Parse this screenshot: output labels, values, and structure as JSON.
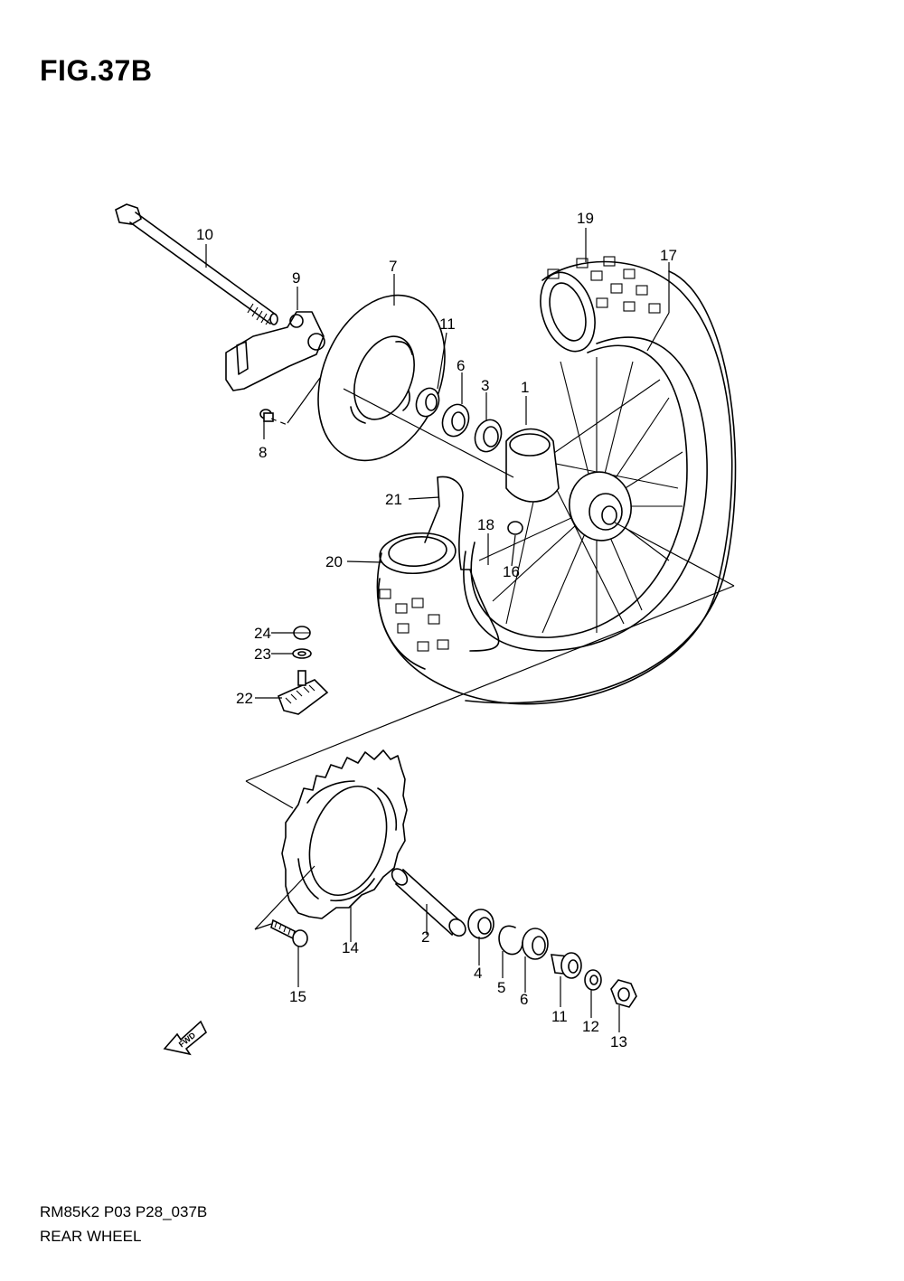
{
  "figure": {
    "title": "FIG.37B",
    "code": "RM85K2 P03 P28_037B",
    "name": "REAR WHEEL"
  },
  "fwd_label": "FWD",
  "callouts": {
    "c1": "1",
    "c2": "2",
    "c3": "3",
    "c4": "4",
    "c5": "5",
    "c6a": "6",
    "c6b": "6",
    "c7": "7",
    "c8": "8",
    "c9": "9",
    "c10": "10",
    "c11a": "11",
    "c11b": "11",
    "c12": "12",
    "c13": "13",
    "c14": "14",
    "c15": "15",
    "c16": "16",
    "c17": "17",
    "c18": "18",
    "c19": "19",
    "c20": "20",
    "c21": "21",
    "c22": "22",
    "c23": "23",
    "c24": "24"
  }
}
